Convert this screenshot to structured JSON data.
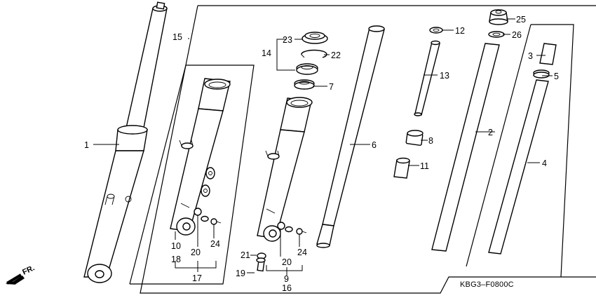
{
  "diagram": {
    "code": "KBG3–F0800C",
    "direction": "FR.",
    "labels": {
      "l1": "1",
      "l2": "2",
      "l3": "3",
      "l4": "4",
      "l5": "5",
      "l6": "6",
      "l7": "7",
      "l8": "8",
      "l9": "9",
      "l10": "10",
      "l11": "11",
      "l12": "12",
      "l13": "13",
      "l14": "14",
      "l15": "15",
      "l16": "16",
      "l17": "17",
      "l18": "18",
      "l19": "19",
      "l20a": "20",
      "l20b": "20",
      "l21": "21",
      "l22": "22",
      "l23": "23",
      "l24a": "24",
      "l24b": "24",
      "l25": "25",
      "l26": "26"
    }
  }
}
